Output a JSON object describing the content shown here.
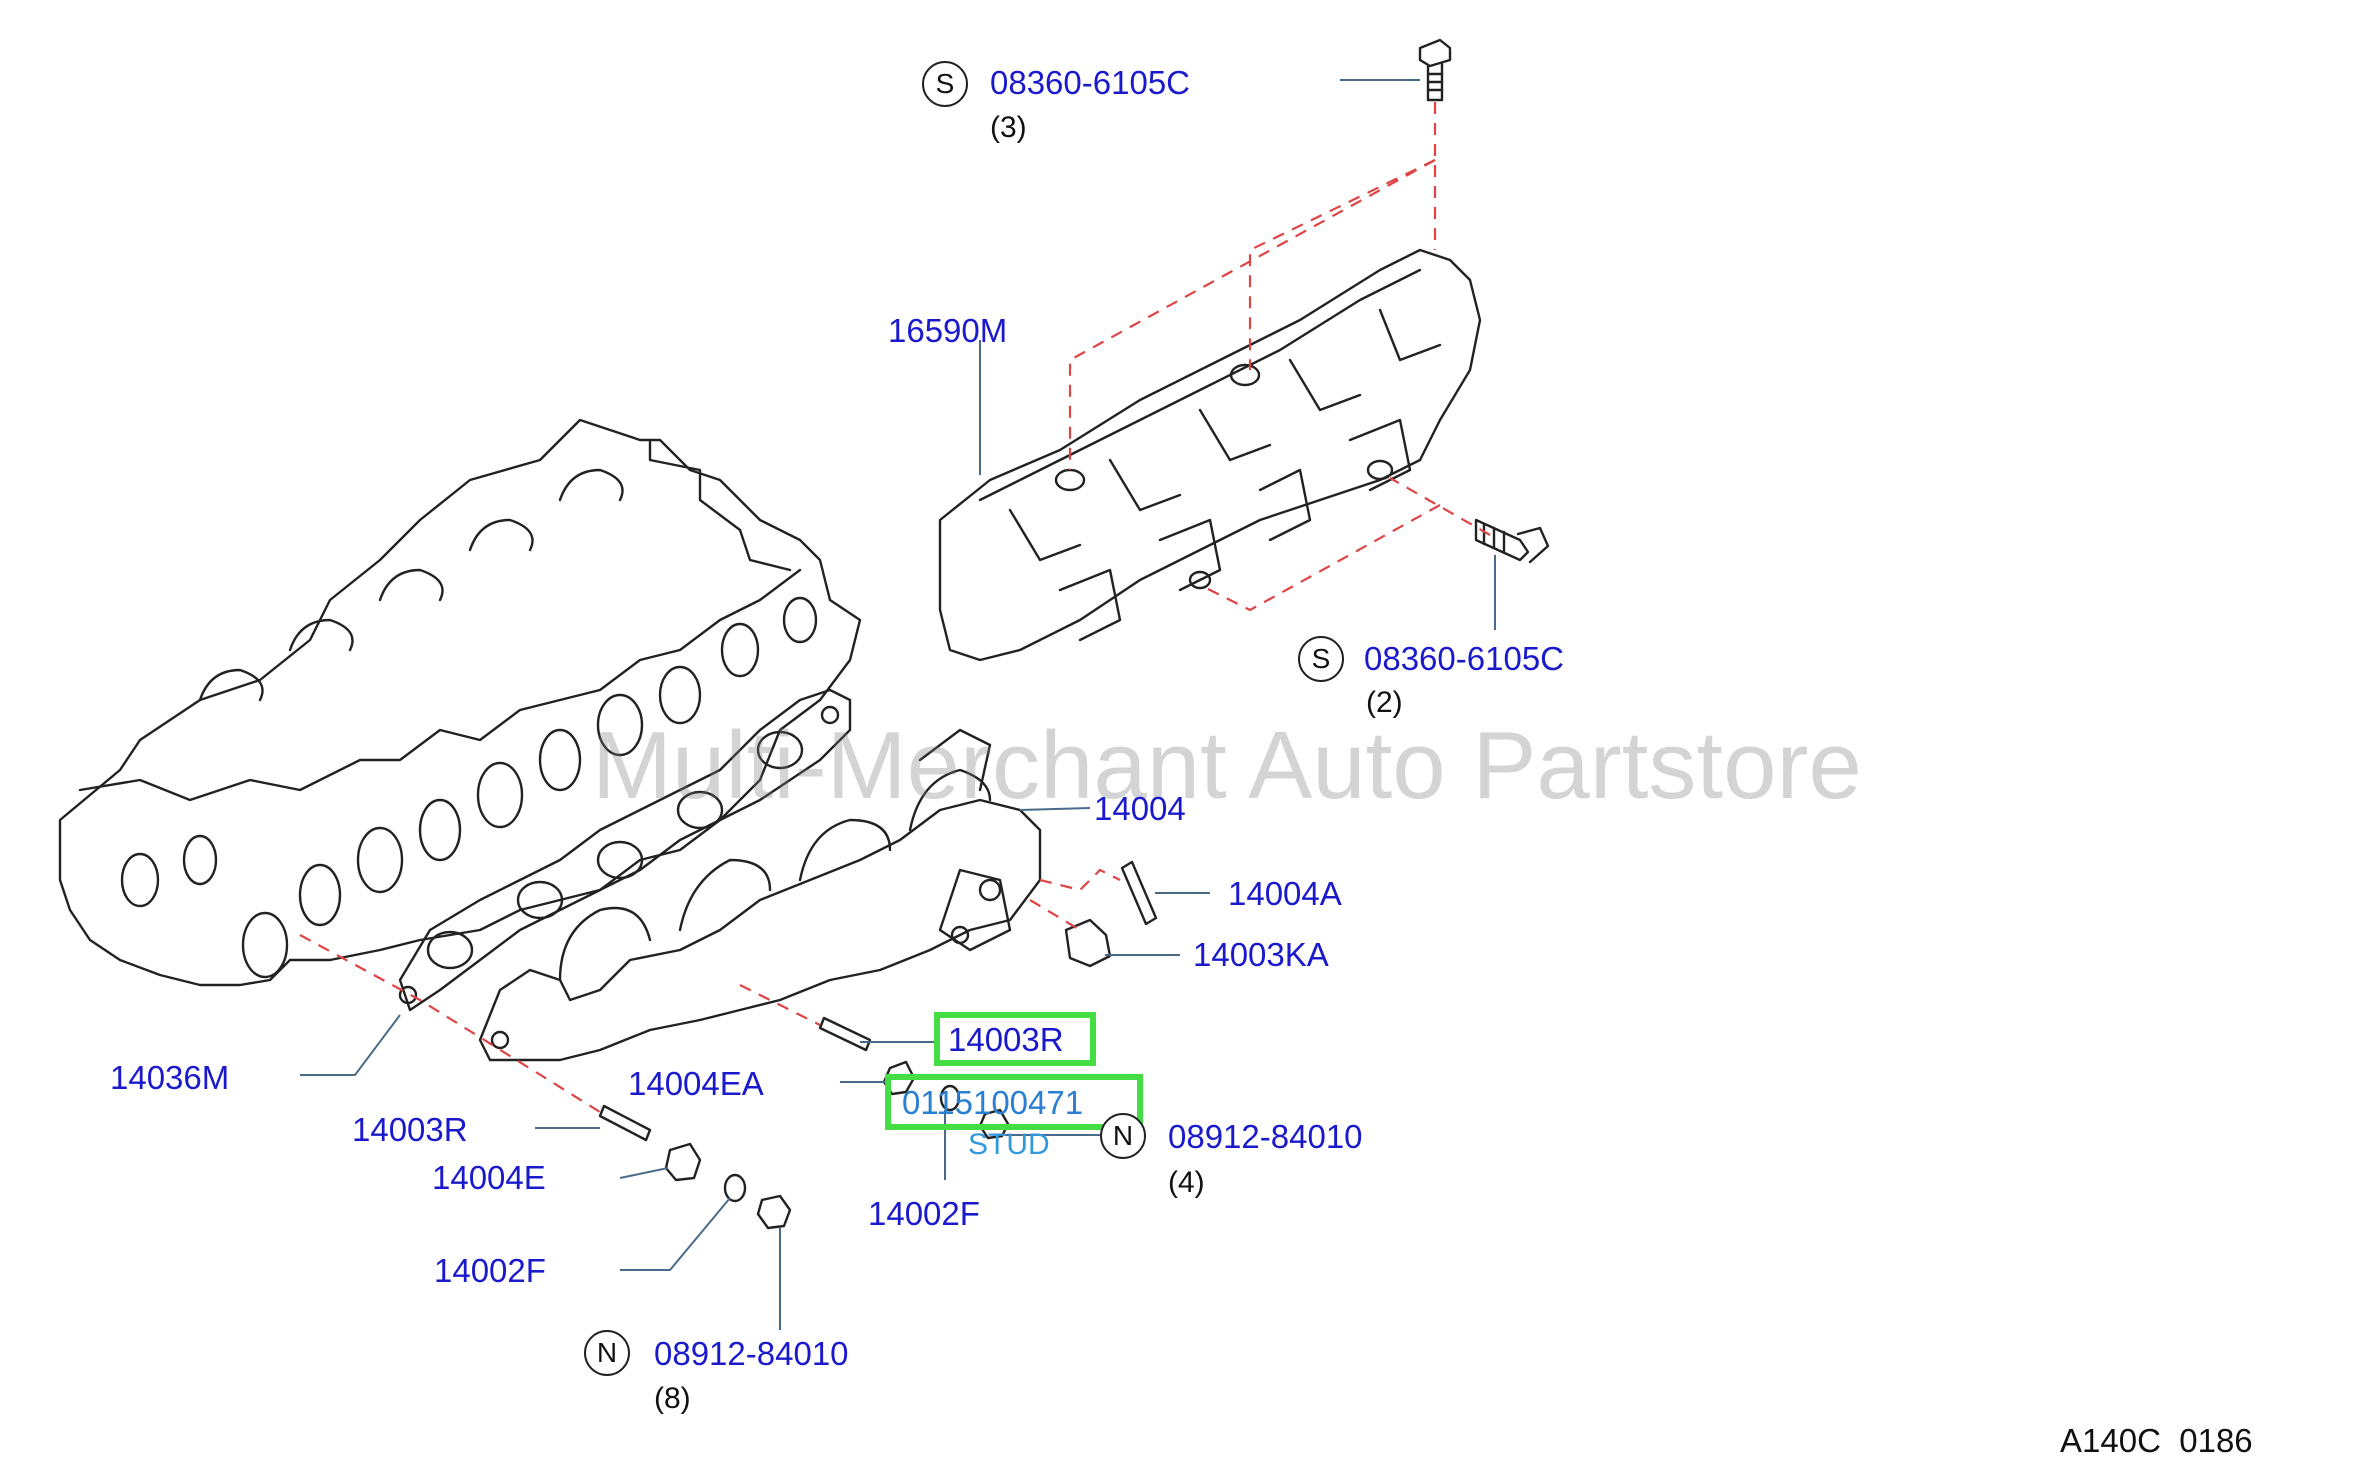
{
  "watermark": "Multi-Merchant Auto Partstore",
  "diagram_code": "A140C  0186",
  "parts": {
    "bolt_top": {
      "symbol": "S",
      "number": "08360-6105C",
      "qty": "(3)"
    },
    "bolt_right": {
      "symbol": "S",
      "number": "08360-6105C",
      "qty": "(2)"
    },
    "cover": {
      "number": "16590M"
    },
    "manifold": {
      "number": "14004"
    },
    "stud_a": {
      "number": "14004A"
    },
    "plug_ka": {
      "number": "14003KA"
    },
    "stud_r_highlight": {
      "number": "14003R"
    },
    "highlight_part": {
      "number": "0115100471",
      "desc": "STUD"
    },
    "nut_right": {
      "symbol": "N",
      "number": "08912-84010",
      "qty": "(4)"
    },
    "washer_right": {
      "number": "14002F"
    },
    "spacer_ea": {
      "number": "14004EA"
    },
    "gasket": {
      "number": "14036M"
    },
    "stud_r_left": {
      "number": "14003R"
    },
    "spacer_e": {
      "number": "14004E"
    },
    "washer_left": {
      "number": "14002F"
    },
    "nut_left": {
      "symbol": "N",
      "number": "08912-84010",
      "qty": "(8)"
    }
  },
  "colors": {
    "label": "#1a1acc",
    "highlight": "#44dd44",
    "leader": "#4a6a8a",
    "dashed": "#dd4444",
    "outline": "#222222"
  }
}
